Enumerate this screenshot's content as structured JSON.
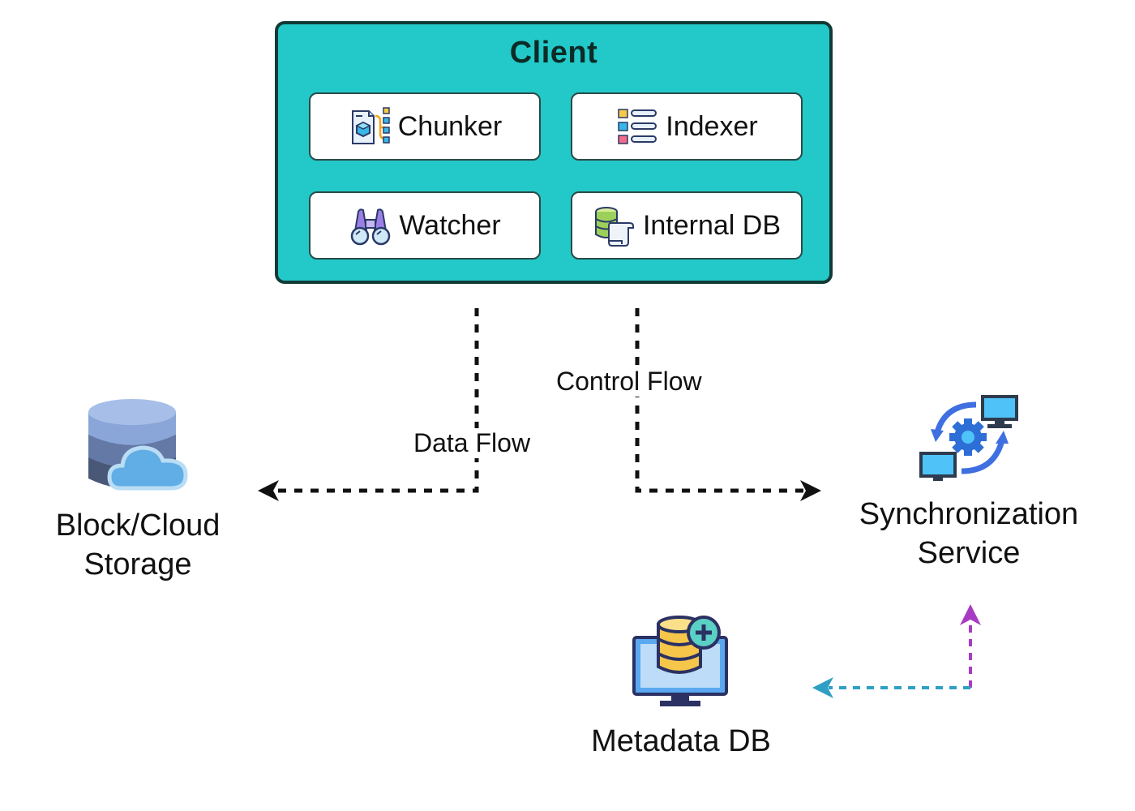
{
  "client": {
    "title": "Client",
    "modules": [
      {
        "label": "Chunker",
        "icon": "chunker-icon"
      },
      {
        "label": "Indexer",
        "icon": "indexer-icon"
      },
      {
        "label": "Watcher",
        "icon": "binoculars-icon"
      },
      {
        "label": "Internal DB",
        "icon": "database-scroll-icon"
      }
    ]
  },
  "flows": {
    "data_flow": "Data Flow",
    "control_flow": "Control Flow"
  },
  "nodes": {
    "storage": {
      "line1": "Block/Cloud",
      "line2": "Storage",
      "icon": "cloud-database-icon"
    },
    "sync": {
      "line1": "Synchronization",
      "line2": "Service",
      "icon": "sync-computers-icon"
    },
    "metadata": {
      "label": "Metadata DB",
      "icon": "monitor-database-icon"
    }
  },
  "colors": {
    "client_fill": "#22c9c8",
    "client_border": "#123a36",
    "arrow_black": "#111111",
    "arrow_purple": "#a83bc4",
    "arrow_teal": "#2f9fc4"
  }
}
